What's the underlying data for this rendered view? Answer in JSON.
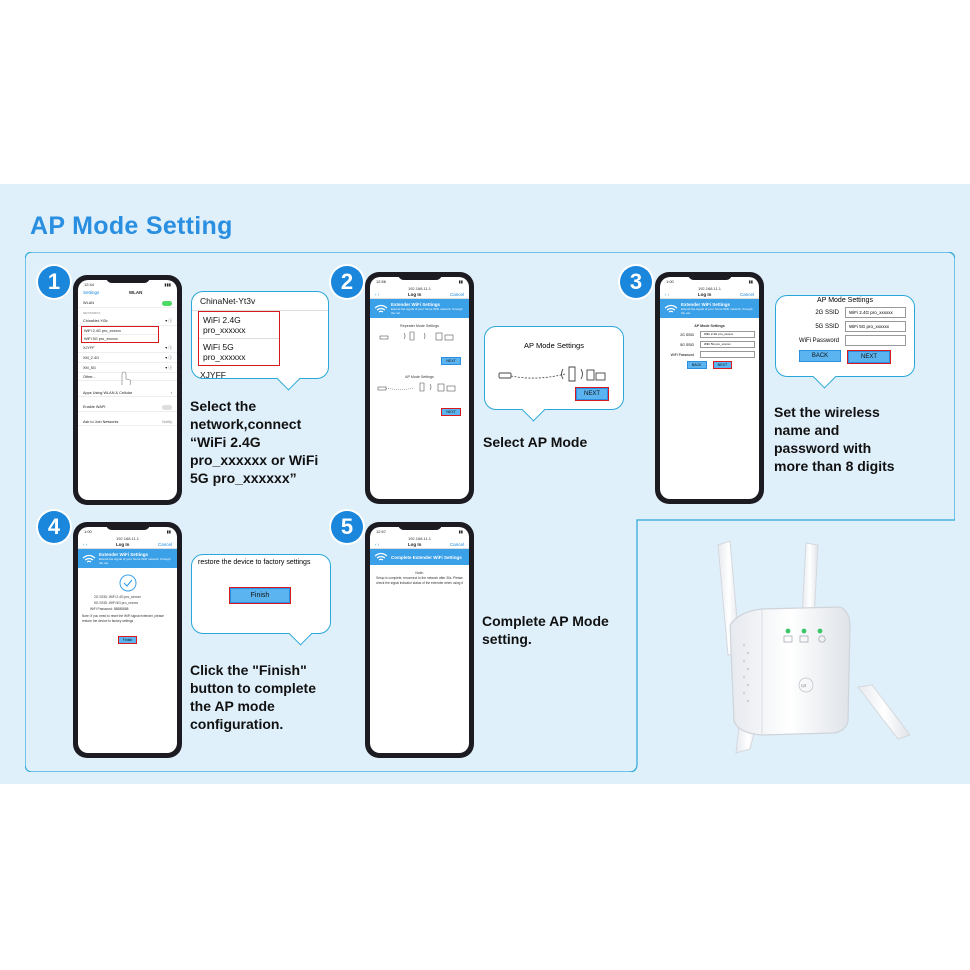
{
  "title": "AP Mode Setting",
  "colors": {
    "accent": "#1a86dc",
    "band": "#dff0fb",
    "highlight": "#d71920"
  },
  "steps": [
    {
      "number": "1",
      "phone": {
        "time": "12:44",
        "back": "Settings",
        "header": "WLAN",
        "wlan_label": "WLAN",
        "networks_label": "NETWORKS",
        "networks": [
          "ChinaNet-Yt3v",
          "WiFi 2.4G pro_xxxxxx",
          "WiFi 5G pro_xxxxxx",
          "XJYFF",
          "XM_2.4G",
          "XM_5G",
          "Other..."
        ],
        "apps_label": "Apps Using WLAN & Cellular",
        "enable_label": "Enable WAPI",
        "ask_label": "Ask to Join Networks",
        "ask_value": "Notify"
      },
      "callout": {
        "items": [
          "ChinaNet-Yt3v",
          "WiFi 2.4G pro_xxxxxx",
          "WiFi 5G pro_xxxxxx",
          "XJYFF"
        ]
      },
      "caption": [
        "Select the",
        "network,connect",
        "“WiFi 2.4G",
        "pro_xxxxxx or WiFi",
        "5G pro_xxxxxx”"
      ]
    },
    {
      "number": "2",
      "phone": {
        "time": "12:56",
        "url": "192.168.11.1",
        "header": "Log In",
        "cancel": "Cancel",
        "banner": "Extender WiFi Settings",
        "banner_sub": "Extend the signal of your home WiFi network, through the net",
        "repeater_title": "Repeater Mode Settings",
        "ap_title": "AP Mode Settings",
        "next": "NEXT"
      },
      "callout": {
        "title": "AP Mode Settings",
        "next": "NEXT"
      },
      "caption": [
        "Select AP Mode"
      ]
    },
    {
      "number": "3",
      "phone": {
        "time": "1:00",
        "url": "192.168.11.1",
        "header": "Log In",
        "cancel": "Cancel",
        "banner": "Extender WiFi Settings",
        "banner_sub": "Extend the signal of your home WiFi network, through the net",
        "form_title": "AP Mode Settings",
        "ssid2": "2G SSID",
        "ssid5": "5G SSID",
        "password": "WiFi Password",
        "ssid2_value": "WiFi 2.4G pro_xxxxxx",
        "ssid5_value": "WiFi 5G pro_xxxxxx",
        "back": "BACK",
        "next": "NEXT"
      },
      "callout": {
        "title": "AP Mode Settings",
        "ssid2": "2G SSID",
        "ssid5": "5G SSID",
        "password": "WiFi Password",
        "ssid2_value": "WiFi 2.4G pro_xxxxxx",
        "ssid5_value": "WiFi 5G pro_xxxxxx",
        "back": "BACK",
        "next": "NEXT"
      },
      "caption": [
        "Set the wireless",
        "name and",
        "password with",
        "more than 8 digits"
      ]
    },
    {
      "number": "4",
      "phone": {
        "time": "1:00",
        "url": "192.168.11.1",
        "header": "Log In",
        "cancel": "Cancel",
        "banner": "Extender WiFi Settings",
        "banner_sub": "Extend the signal of your home WiFi network, through the net",
        "ssid2": "2G SSID:",
        "ssid2_value": "WiFi 2.4G pro_xxxxxx",
        "ssid5": "5G SSID:",
        "ssid5_value": "WiFi 5G pro_xxxxxx",
        "password": "WiFi Password:",
        "password_value": "88888888",
        "note": "Note: If you need to reset the WiFi signal extender, please restore the device to factory settings",
        "finish": "Finish"
      },
      "callout": {
        "text": "restore the device to factory settings",
        "finish": "Finish"
      },
      "caption": [
        "Click the \"Finish\"",
        "button to complete",
        "the AP mode",
        "configuration."
      ]
    },
    {
      "number": "5",
      "phone": {
        "time": "12:57",
        "url": "192.168.11.1",
        "header": "Log In",
        "cancel": "Cancel",
        "banner": "Complete Extender WiFi Settings",
        "note_title": "Note:",
        "note": "Setup is complete, reconnect to the network after 30s. Please check the signal indicator status of the extender when using it"
      },
      "caption": [
        "Complete AP Mode",
        "setting."
      ]
    }
  ],
  "product": {
    "brand": "rpt"
  }
}
